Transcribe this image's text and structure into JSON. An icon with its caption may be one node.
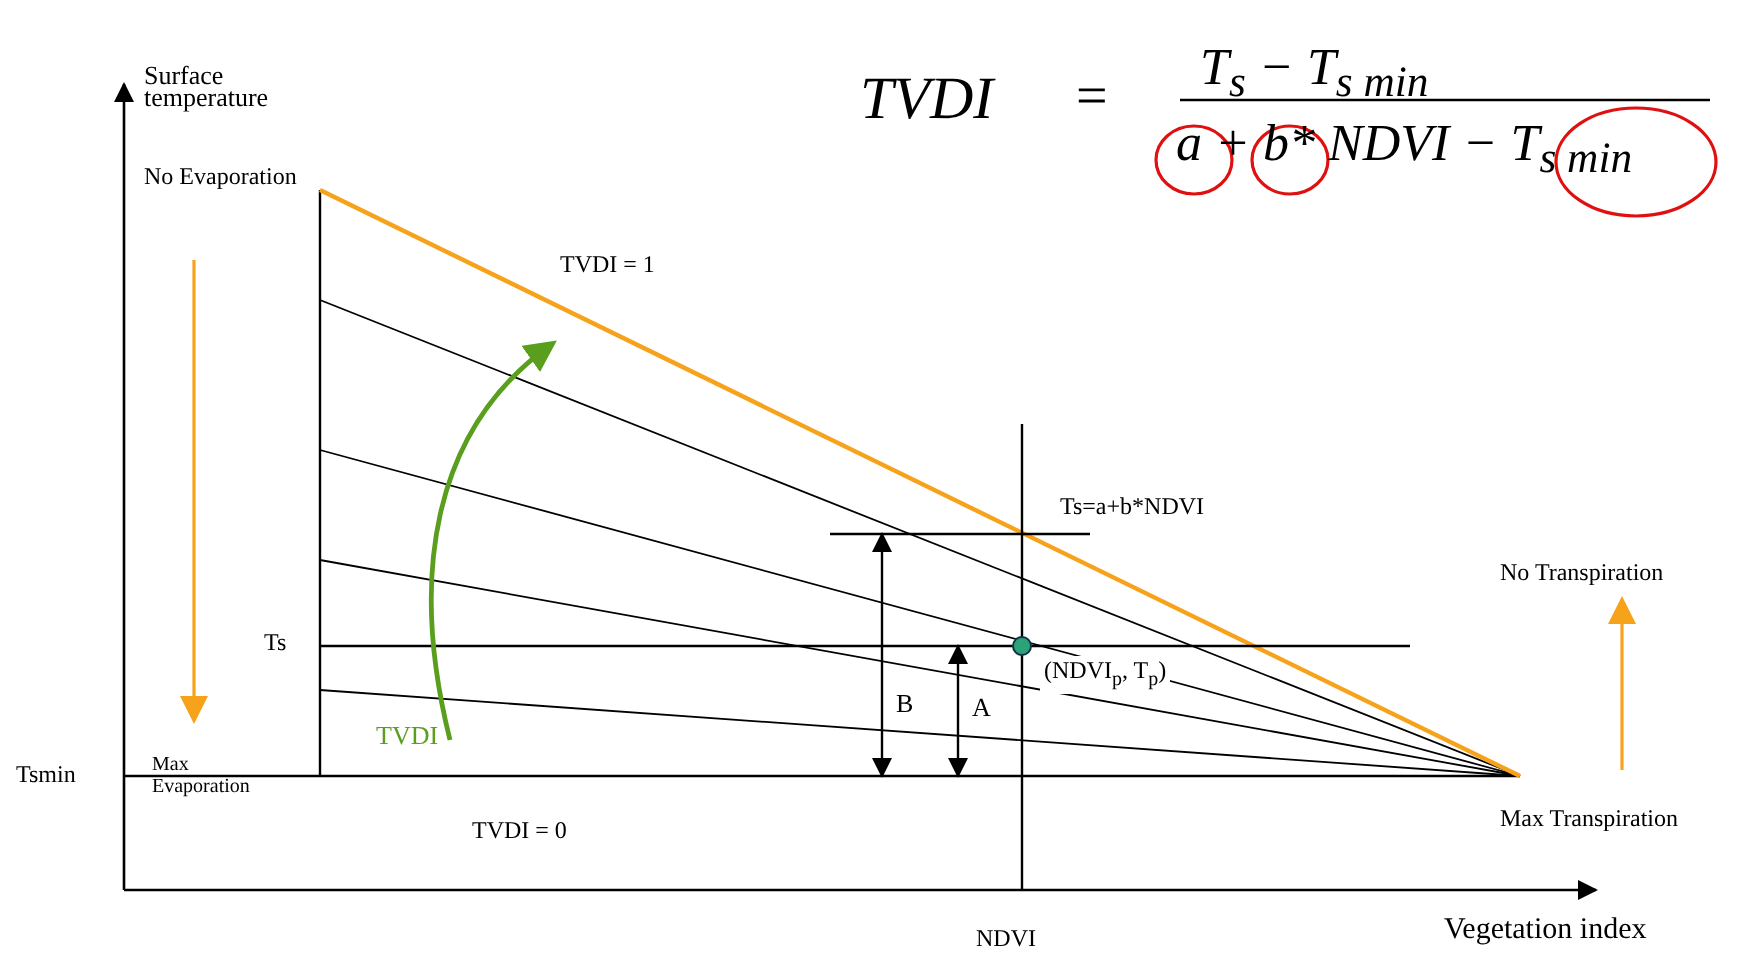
{
  "diagram": {
    "labels": [
      "Surface temperature",
      "TVDI",
      "=",
      "T$_{s}$ − T$_{s min}$",
      "a + b* NDVI − T$_{s min}$",
      "No Evaporation",
      "TVDI = 1",
      "Ts=a+b*NDVI",
      "No Transpiration",
      "Ts",
      "(NDVI$_{p}$, T$_{p}$)",
      "B",
      "A",
      "TVDI",
      "Tsmin",
      "Max Evaporation",
      "TVDI = 0",
      "Max Transpiration",
      "NDVI",
      "Vegetation index"
    ]
  }
}
